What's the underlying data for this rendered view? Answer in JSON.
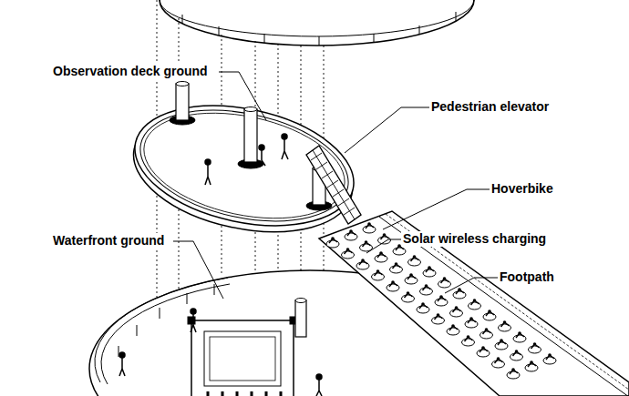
{
  "diagram": {
    "labels": [
      "Observation deck ground",
      "Pedestrian elevator",
      "Hoverbike",
      "Waterfront ground",
      "Solar wireless charging",
      "Footpath"
    ]
  }
}
